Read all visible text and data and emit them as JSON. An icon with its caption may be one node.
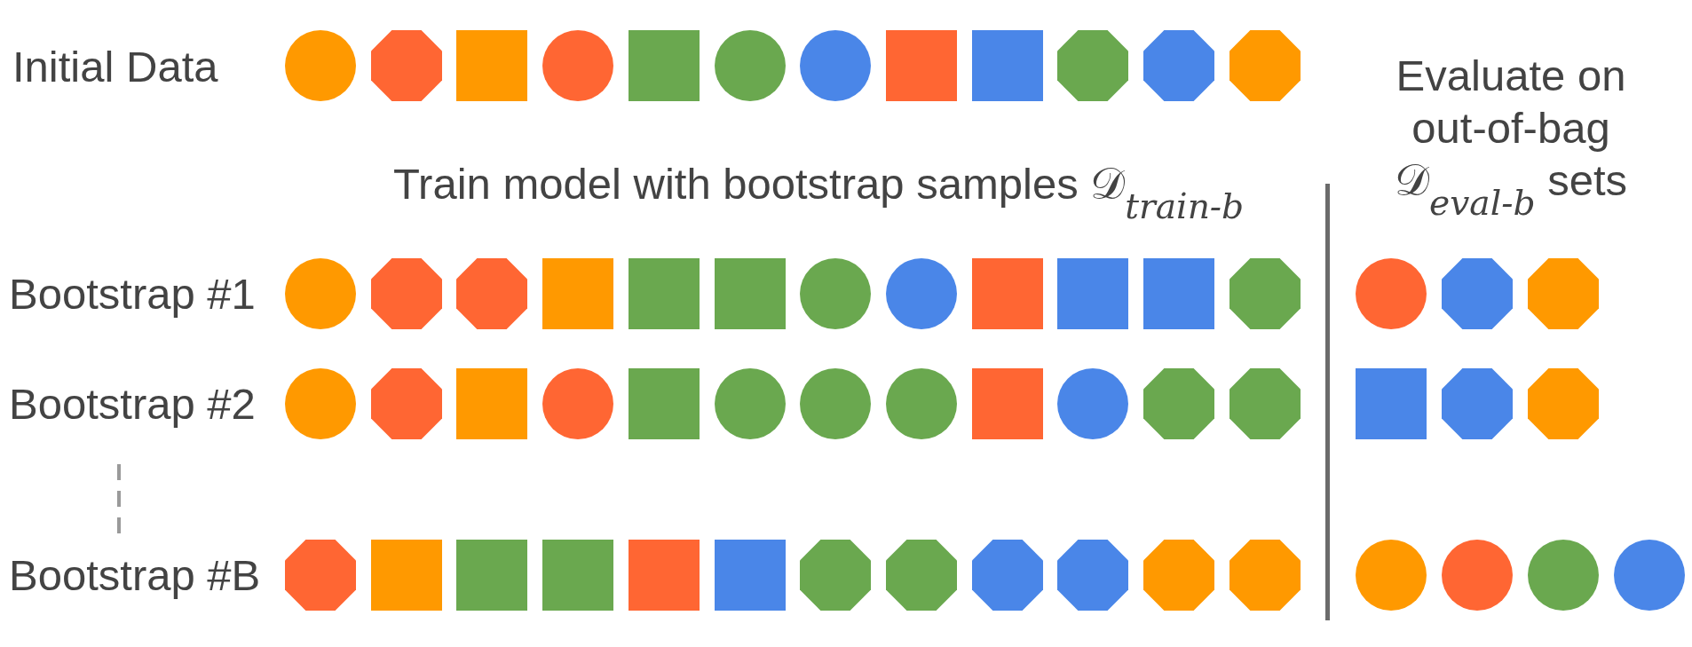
{
  "diagram": {
    "labels": [
      "Initial Data",
      "Evaluate on out-of-bag 𝒟$_{eval-b}$ sets",
      "Train model with bootstrap samples 𝒟$_{train-b}$",
      "Bootstrap #1",
      "Bootstrap #2",
      "Bootstrap #B"
    ]
  }
}
